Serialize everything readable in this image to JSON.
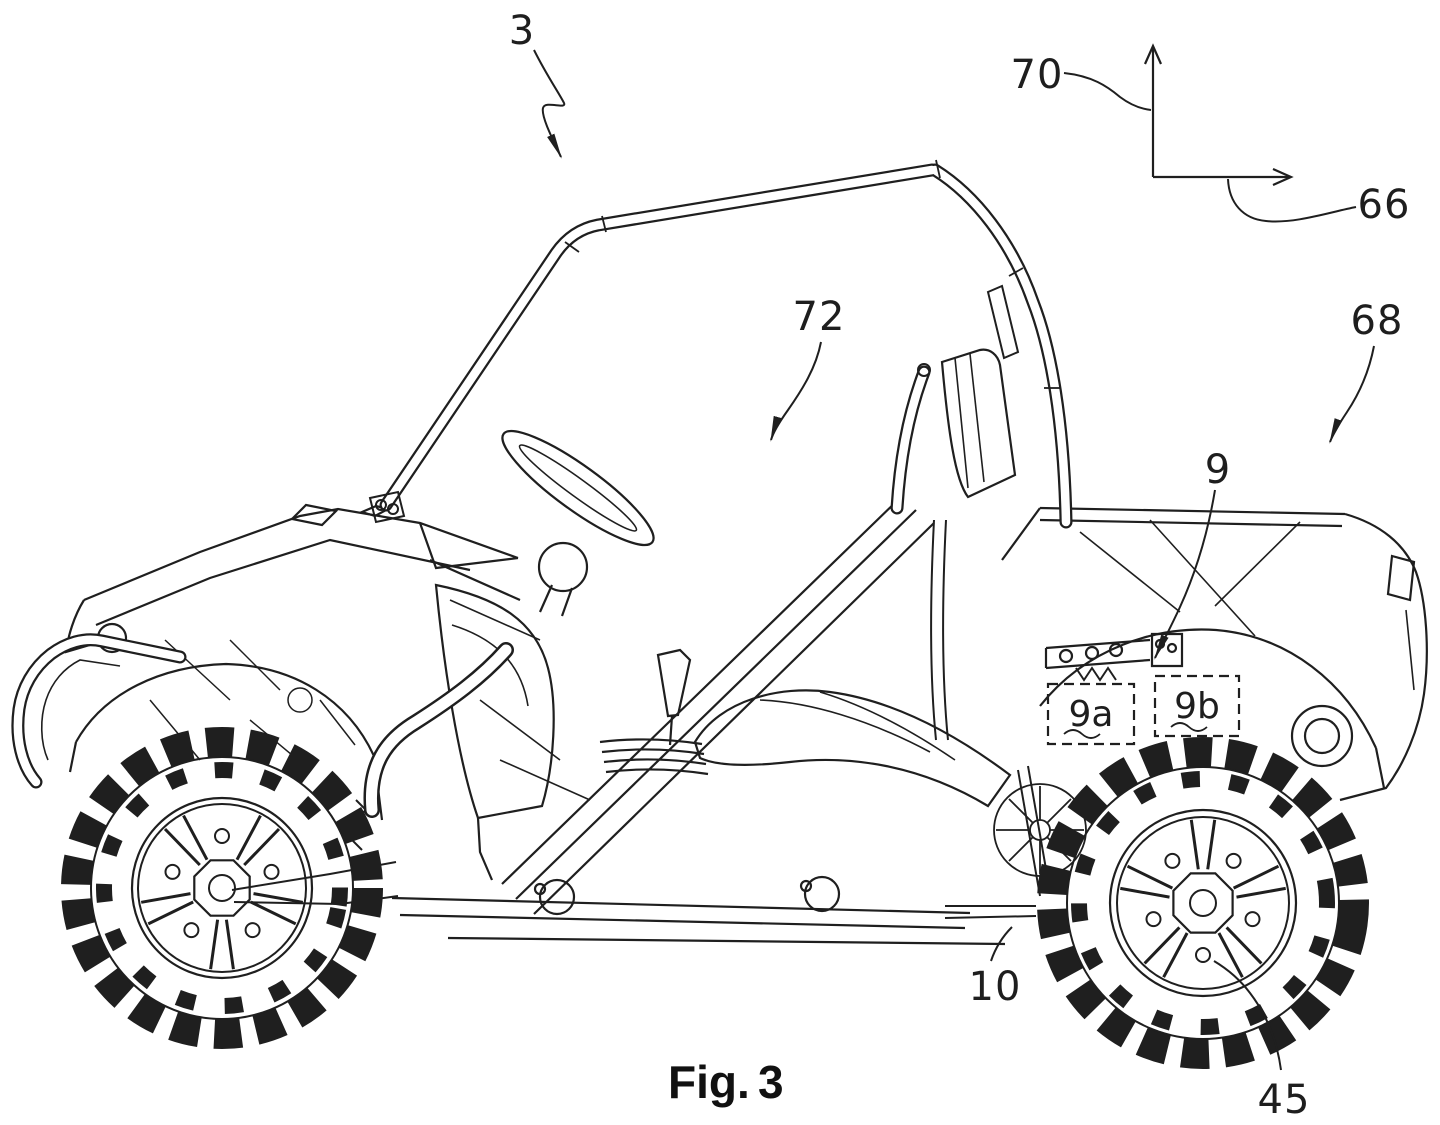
{
  "figure": {
    "label": "Fig.",
    "number": "3"
  },
  "callouts": {
    "c3": {
      "text": "3"
    },
    "c70": {
      "text": "70"
    },
    "c66": {
      "text": "66"
    },
    "c72": {
      "text": "72"
    },
    "c68": {
      "text": "68"
    },
    "c9": {
      "text": "9"
    },
    "c9a": {
      "text": "9a"
    },
    "c9b": {
      "text": "9b"
    },
    "c10": {
      "text": "10"
    },
    "c45": {
      "text": "45"
    }
  },
  "style": {
    "line_color": "#1f1f1f",
    "background": "#ffffff"
  }
}
